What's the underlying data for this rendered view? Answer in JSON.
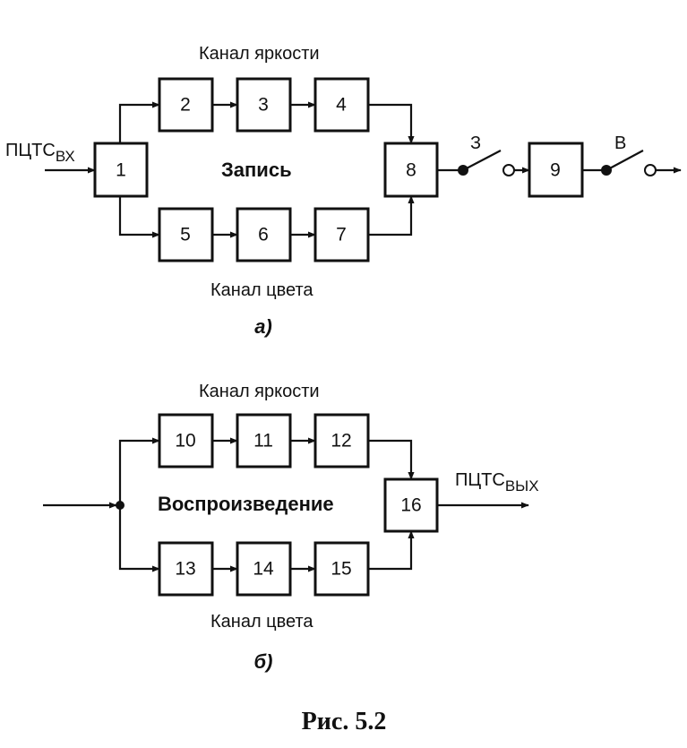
{
  "diagram_a": {
    "input_label": "ПЦТС",
    "input_sub": "ВХ",
    "top_channel_label": "Канал яркости",
    "bottom_channel_label": "Канал цвета",
    "center_label": "Запись",
    "switch_1_label": "З",
    "switch_2_label": "В",
    "sublabel": "а)",
    "blocks": [
      "1",
      "2",
      "3",
      "4",
      "5",
      "6",
      "7",
      "8",
      "9"
    ]
  },
  "diagram_b": {
    "output_label": "ПЦТС",
    "output_sub": "ВЫХ",
    "top_channel_label": "Канал яркости",
    "bottom_channel_label": "Канал цвета",
    "center_label": "Воспроизведение",
    "sublabel": "б)",
    "blocks": [
      "10",
      "11",
      "12",
      "13",
      "14",
      "15",
      "16"
    ]
  },
  "figure_caption": "Рис. 5.2"
}
